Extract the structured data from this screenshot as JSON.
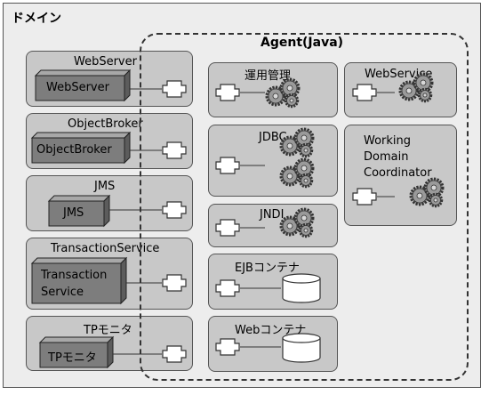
{
  "diagram": {
    "domain_label": "ドメイン",
    "agent_label": "Agent(Java)",
    "left_panels": [
      {
        "title": "WebServer",
        "component": "WebServer"
      },
      {
        "title": "ObjectBroker",
        "component": "ObjectBroker"
      },
      {
        "title": "JMS",
        "component": "JMS"
      },
      {
        "title": "TransactionService",
        "component_line1": "Transaction",
        "component_line2": "Service"
      },
      {
        "title": "TPモニタ",
        "component": "TPモニタ"
      }
    ],
    "agent_panels": [
      {
        "title": "運用管理"
      },
      {
        "title": "JDBC"
      },
      {
        "title": "JNDI"
      },
      {
        "title": "EJBコンテナ"
      },
      {
        "title": "Webコンテナ"
      },
      {
        "title": "WebService"
      },
      {
        "title_line1": "Working",
        "title_line2": "Domain",
        "title_line3": "Coordinator"
      }
    ]
  }
}
